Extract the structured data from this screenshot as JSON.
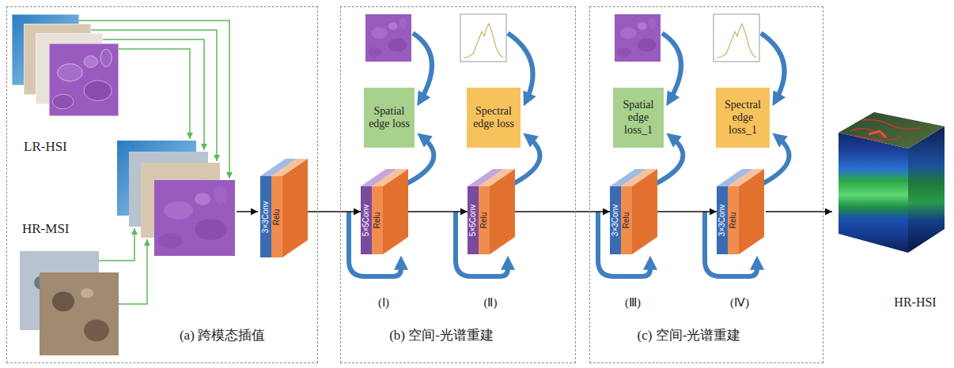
{
  "diagram": {
    "nodes": [
      {
        "text": [
          "(a) 跨模态插值"
        ]
      },
      {
        "text": [
          "3×3Conv",
          "Relu"
        ],
        "in": 0
      },
      {
        "text": [
          "(b) 空间-光谱重建"
        ]
      },
      {
        "text": [
          "Spatial edge loss"
        ],
        "in": 2
      },
      {
        "text": [
          "Spectral edge loss"
        ],
        "in": 2
      },
      {
        "text": [
          "5×5Conv",
          "Relu"
        ],
        "in": 2
      },
      {
        "text": [
          "5×5Conv",
          "Relu"
        ],
        "in": 2
      },
      {
        "text": [
          "(c) 空间-光谱重建"
        ]
      },
      {
        "text": [
          "Spatial edge loss_1"
        ],
        "in": 7
      },
      {
        "text": [
          "Spectral edge loss_1"
        ],
        "in": 7
      },
      {
        "text": [
          "3×3Conv",
          "Relu"
        ],
        "in": 7
      },
      {
        "text": [
          "3×3Conv",
          "Relu"
        ],
        "in": 7
      }
    ],
    "edges": [
      {
        "from": 1,
        "to": 5,
        "arrow": "to"
      },
      {
        "from": 5,
        "to": 6,
        "arrow": "to"
      },
      {
        "from": 6,
        "to": 10,
        "arrow": "to"
      },
      {
        "from": 10,
        "to": 11,
        "arrow": "to"
      },
      {
        "from": 5,
        "to": 3,
        "arrow": "to"
      },
      {
        "from": 6,
        "to": 4,
        "arrow": "to"
      },
      {
        "from": 10,
        "to": 8,
        "arrow": "to"
      },
      {
        "from": 11,
        "to": 9,
        "arrow": "to"
      }
    ],
    "labels": [
      "LR-HSI",
      "HR-MSI",
      "(Ⅰ)",
      "(Ⅱ)",
      "(Ⅲ)",
      "(Ⅳ)",
      "HR-HSI"
    ]
  }
}
